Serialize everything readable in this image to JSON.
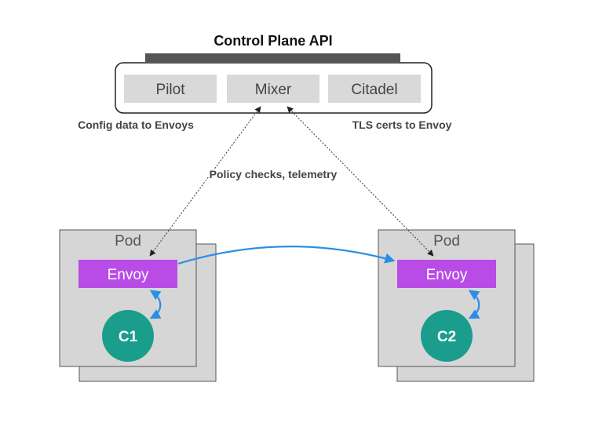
{
  "control_plane": {
    "title": "Control Plane API",
    "components": [
      "Pilot",
      "Mixer",
      "Citadel"
    ]
  },
  "annotations": {
    "config": "Config data to Envoys",
    "tls": "TLS certs to Envoy",
    "policy": "Policy checks, telemetry"
  },
  "pods": [
    {
      "label": "Pod",
      "proxy": "Envoy",
      "container": "C1"
    },
    {
      "label": "Pod",
      "proxy": "Envoy",
      "container": "C2"
    }
  ],
  "colors": {
    "bar": "#555555",
    "component_fill": "#d9d9d9",
    "pod_fill": "#d6d6d6",
    "envoy_fill": "#b94be6",
    "container_fill": "#1a9d8c",
    "blue_link": "#2b8ee6",
    "dotted_link": "#333333"
  }
}
